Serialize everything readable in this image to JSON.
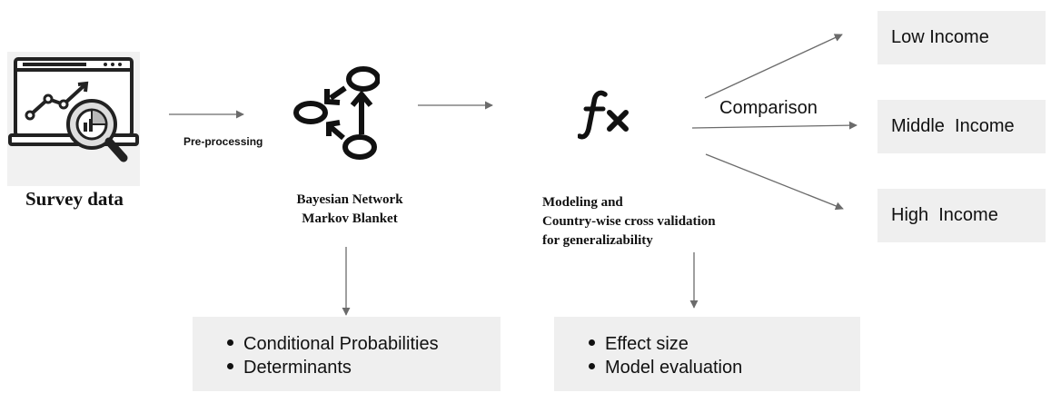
{
  "survey": {
    "label": "Survey data",
    "icon": "survey-analytics-icon"
  },
  "preprocessing": {
    "label": "Pre-processing"
  },
  "bayesian": {
    "label_line1": "Bayesian Network",
    "label_line2": "Markov Blanket",
    "icon": "bayesian-network-icon",
    "results": [
      "Conditional Probabilities",
      "Determinants"
    ]
  },
  "modeling": {
    "label_line1": "Modeling and",
    "label_line2": "Country-wise cross validation",
    "label_line3": "for generalizability",
    "icon": "function-fx-icon",
    "results": [
      "Effect size",
      "Model evaluation"
    ]
  },
  "comparison": {
    "label": "Comparison"
  },
  "income_groups": [
    "Low Income",
    "Middle  Income",
    "High  Income"
  ],
  "colors": {
    "box_fill": "#efefef",
    "arrow": "#6b6b6b",
    "text": "#111111"
  }
}
